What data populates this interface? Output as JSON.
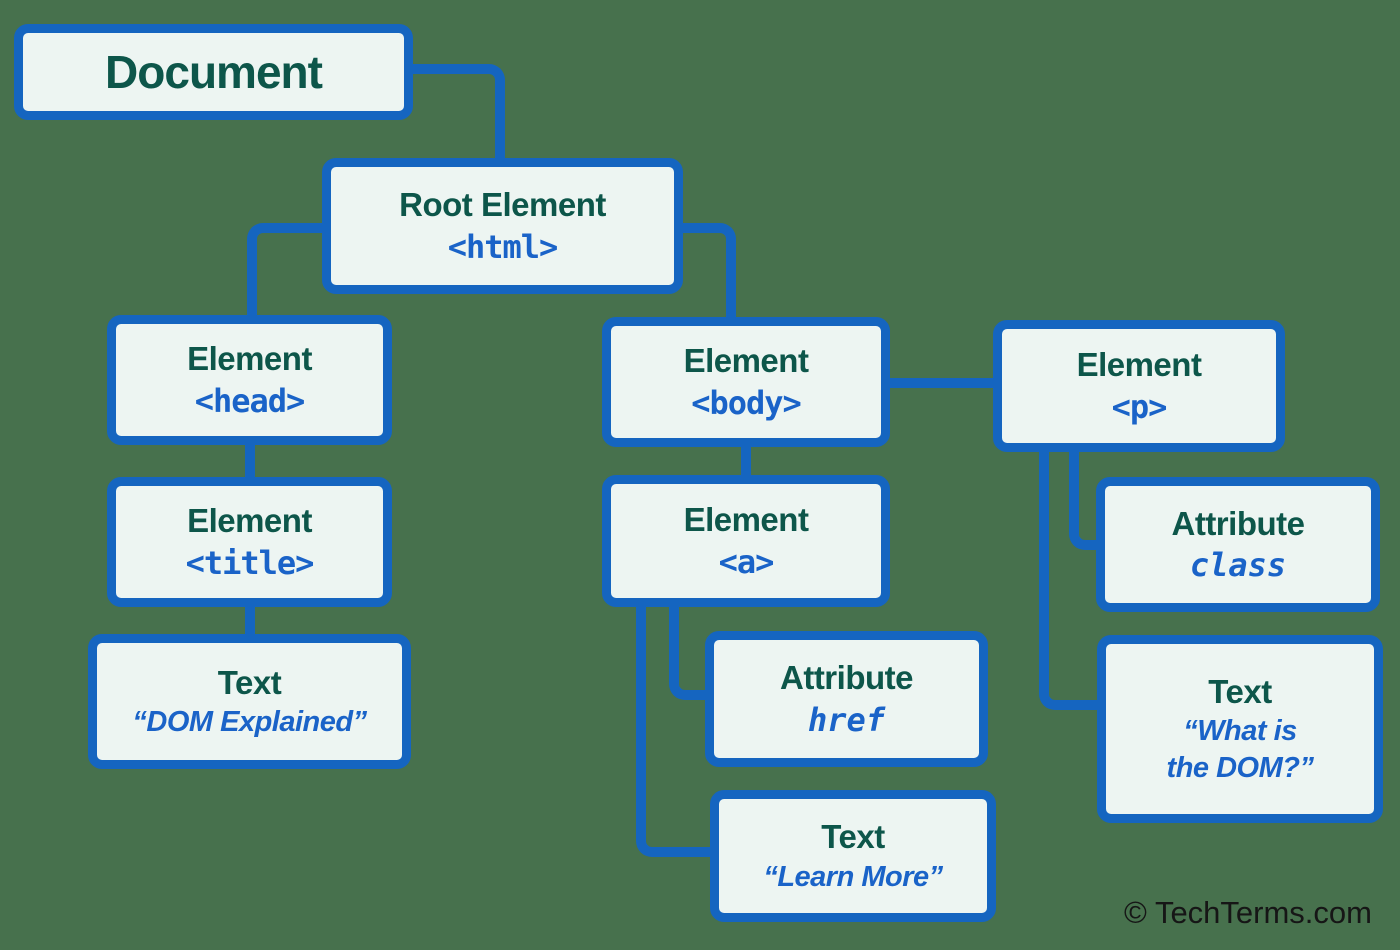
{
  "colors": {
    "background": "#47714D",
    "box_fill": "#EDF5F2",
    "line_blue": "#1565C0",
    "title_green": "#0D564A",
    "code_blue": "#1A63C8",
    "credit_color": "#161616"
  },
  "nodes": {
    "document": {
      "title": "Document"
    },
    "root": {
      "title": "Root Element",
      "code": "<html>"
    },
    "head": {
      "title": "Element",
      "code": "<head>"
    },
    "title_el": {
      "title": "Element",
      "code": "<title>"
    },
    "text_title": {
      "title": "Text",
      "quote": "“DOM Explained”"
    },
    "body_el": {
      "title": "Element",
      "code": "<body>"
    },
    "a_el": {
      "title": "Element",
      "code": "<a>"
    },
    "attr_href": {
      "title": "Attribute",
      "attr": "href"
    },
    "text_a": {
      "title": "Text",
      "quote": "“Learn More”"
    },
    "p_el": {
      "title": "Element",
      "code": "<p>"
    },
    "attr_class": {
      "title": "Attribute",
      "attr": "class"
    },
    "text_p": {
      "title": "Text",
      "quote_line1": "“What is",
      "quote_line2": "the DOM?”"
    }
  },
  "footer": {
    "credit": "© TechTerms.com"
  }
}
